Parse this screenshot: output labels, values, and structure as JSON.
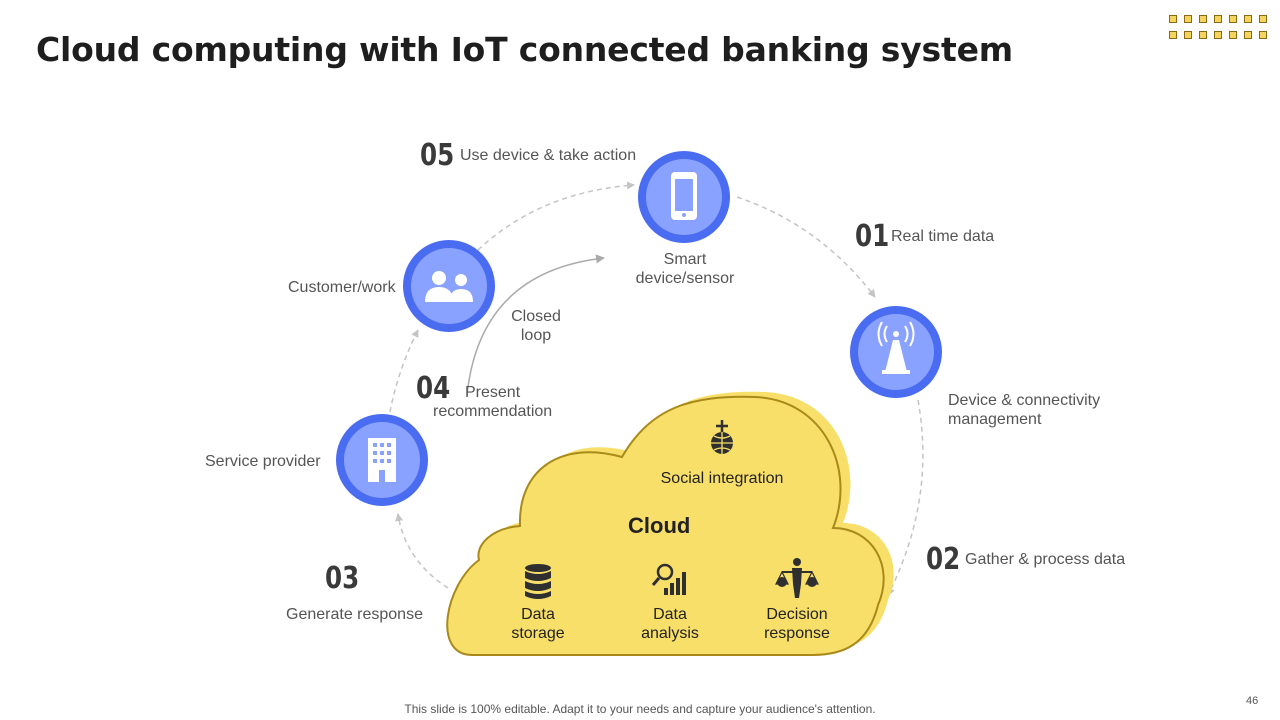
{
  "title": "Cloud computing with IoT connected banking system",
  "colors": {
    "accent_blue": "#4a6cf0",
    "inner_blue": "#8aa2ff",
    "cloud_yellow": "#f7df6a",
    "cloud_outline": "#a8891a"
  },
  "steps": [
    {
      "number": "01",
      "label": "Real time data"
    },
    {
      "number": "02",
      "label": "Gather & process data"
    },
    {
      "number": "03",
      "label": "Generate response"
    },
    {
      "number": "04",
      "label": "Present recommendation"
    },
    {
      "number": "05",
      "label": "Use device & take action"
    }
  ],
  "nodes": {
    "smart_device": {
      "label": "Smart device/sensor",
      "icon": "smartphone-icon"
    },
    "device_mgmt": {
      "label": "Device & connectivity management",
      "icon": "antenna-tower-icon"
    },
    "service_provider": {
      "label": "Service provider",
      "icon": "building-icon"
    },
    "customer": {
      "label": "Customer/work",
      "icon": "users-icon"
    }
  },
  "loop_label": "Closed loop",
  "cloud": {
    "label": "Cloud",
    "social": "Social integration",
    "items": [
      {
        "label": "Data storage",
        "icon": "database-icon"
      },
      {
        "label": "Data analysis",
        "icon": "analytics-icon"
      },
      {
        "label": "Decision response",
        "icon": "decision-balance-icon"
      }
    ]
  },
  "footer": "This slide is 100% editable. Adapt it to your needs and capture your audience's attention.",
  "page_number": "46"
}
